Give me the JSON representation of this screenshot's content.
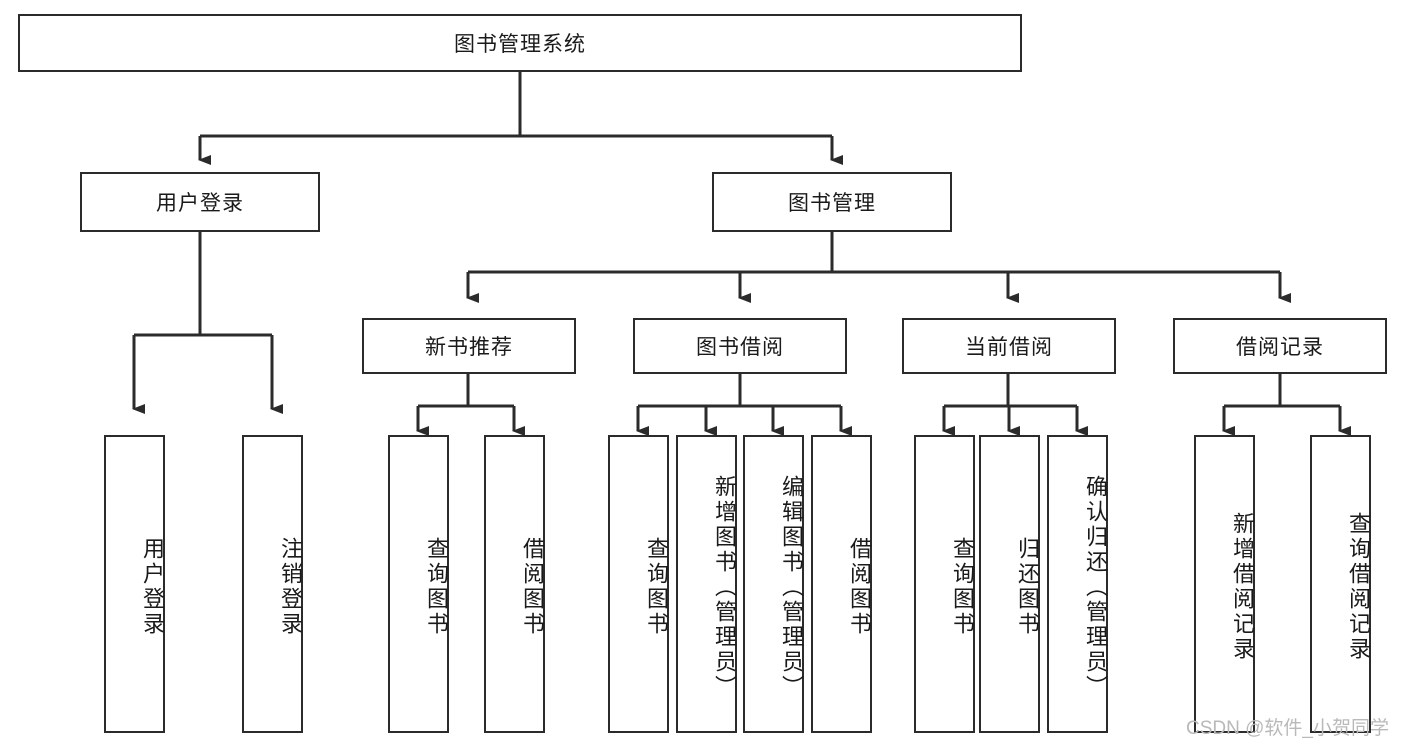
{
  "diagram": {
    "title": "图书管理系统",
    "root": {
      "label": "图书管理系统"
    },
    "level2": [
      {
        "label": "用户登录"
      },
      {
        "label": "图书管理"
      }
    ],
    "level3": [
      {
        "label": "新书推荐"
      },
      {
        "label": "图书借阅"
      },
      {
        "label": "当前借阅"
      },
      {
        "label": "借阅记录"
      }
    ],
    "leaves": {
      "user_login": [
        {
          "label": "用户登录"
        },
        {
          "label": "注销登录"
        }
      ],
      "new_book_recommend": [
        {
          "label": "查询图书"
        },
        {
          "label": "借阅图书"
        }
      ],
      "book_borrow": [
        {
          "label": "查询图书"
        },
        {
          "label": "新增图书（管理员）"
        },
        {
          "label": "编辑图书（管理员）"
        },
        {
          "label": "借阅图书"
        }
      ],
      "current_borrow": [
        {
          "label": "查询图书"
        },
        {
          "label": "归还图书"
        },
        {
          "label": "确认归还（管理员）"
        }
      ],
      "borrow_record": [
        {
          "label": "新增借阅记录"
        },
        {
          "label": "查询借阅记录"
        }
      ]
    },
    "watermark": "CSDN @软件_小贺同学",
    "colors": {
      "stroke": "#2b2b2b",
      "fill": "#ffffff",
      "text": "#1a1a1a",
      "watermark": "#b9b9b9"
    }
  }
}
